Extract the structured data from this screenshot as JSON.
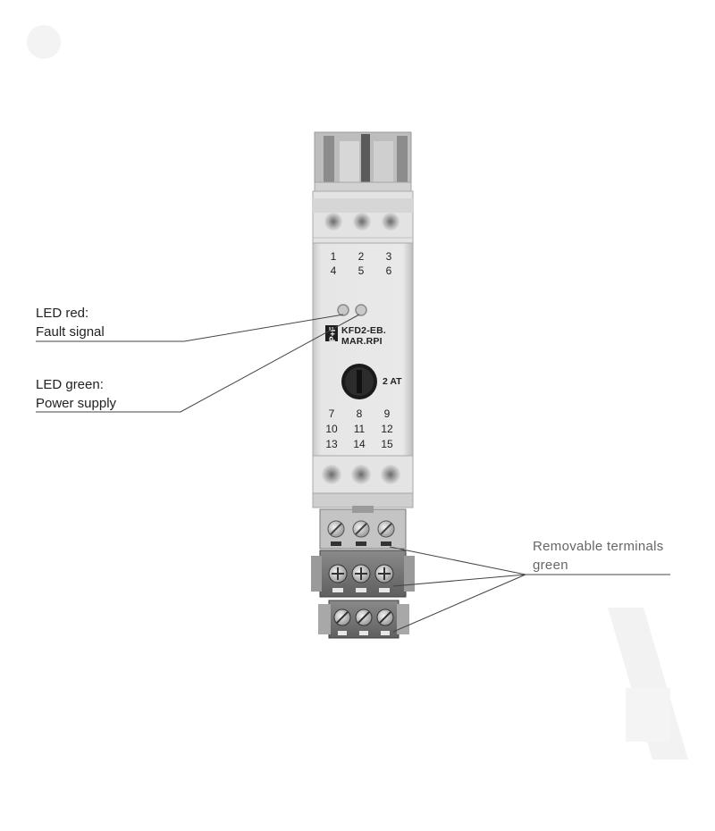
{
  "callouts": {
    "led_red": {
      "line1": "LED red:",
      "line2": "Fault signal"
    },
    "led_green": {
      "line1": "LED green:",
      "line2": "Power supply"
    },
    "terminals": {
      "line1": "Removable terminals",
      "line2": "green"
    }
  },
  "device": {
    "model_line1": "KFD2-EB.",
    "model_line2": "MAR.RPI",
    "fuse_rating": "2 AT",
    "top_terminals": [
      [
        "1",
        "2",
        "3"
      ],
      [
        "4",
        "5",
        "6"
      ]
    ],
    "bottom_terminals": [
      [
        "7",
        "8",
        "9"
      ],
      [
        "10",
        "11",
        "12"
      ],
      [
        "13",
        "14",
        "15"
      ]
    ]
  }
}
